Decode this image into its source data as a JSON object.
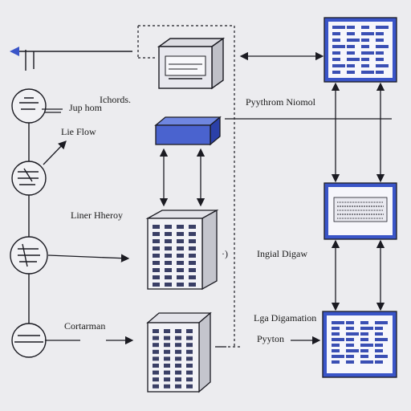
{
  "labels": {
    "icholds": "Ichords.",
    "jup_hom": "Jup hom",
    "lie_flow": "Lie Flow",
    "liner_hierarchy": "Liner Hheroy",
    "cortarman": "Cortarman",
    "python_monitor": "Pyythrom Niomol",
    "ingial_diagram": "Ingial Digaw",
    "lga_diagram": "Lga Digamation",
    "python": "Pyyton"
  },
  "colors": {
    "line": "#1b1b22",
    "accent_blue": "#3a55c8",
    "panel_fill": "#f6f6fb",
    "background": "#ececef"
  },
  "icons": [
    "arrow-left-icon",
    "circle-node-icon",
    "server-cabinet-icon",
    "database-block-icon",
    "spreadsheet-panel-icon",
    "waveform-panel-icon"
  ]
}
